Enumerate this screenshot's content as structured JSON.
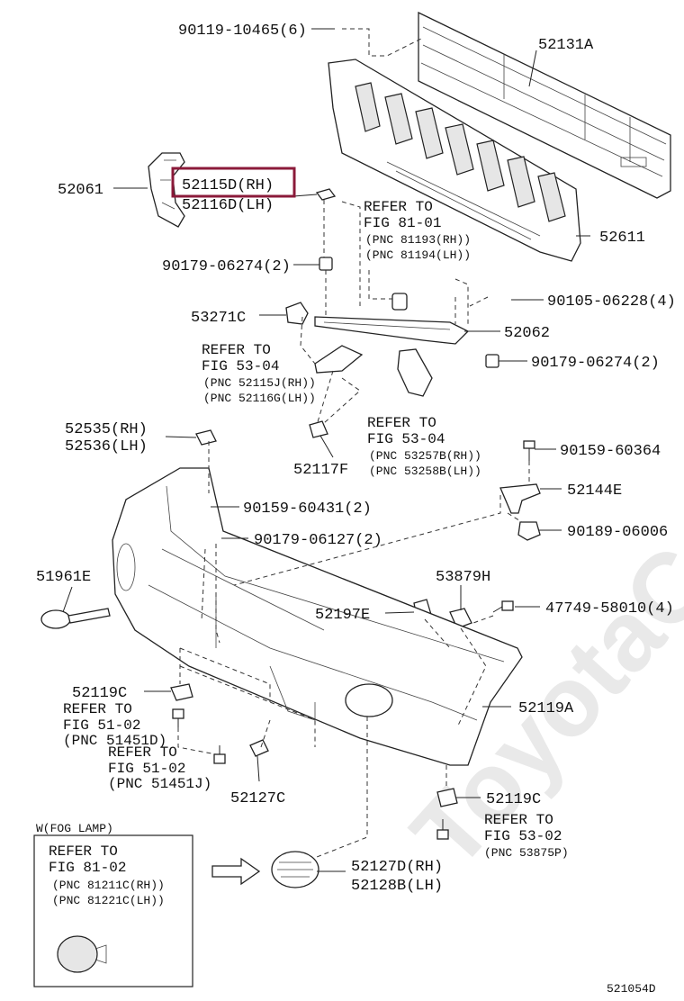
{
  "watermark": "ToyotaCarMine.NL",
  "illustration_id": "521054D",
  "highlight_color": "#8b1a3a",
  "labels": {
    "p90119": "90119-10465(6)",
    "p52131a": "52131A",
    "p52061": "52061",
    "p52115d": "52115D(RH)",
    "p52116d": "52116D(LH)",
    "p52611": "52611",
    "p90179_06274_a": "90179-06274(2)",
    "p90105": "90105-06228(4)",
    "p53271c": "53271C",
    "p52062": "52062",
    "p90179_06274_b": "90179-06274(2)",
    "p52535": "52535(RH)",
    "p52536": "52536(LH)",
    "p52117f": "52117F",
    "p90159_60364": "90159-60364",
    "p52144e": "52144E",
    "p90159_60431": "90159-60431(2)",
    "p90189": "90189-06006",
    "p90179_06127": "90179-06127(2)",
    "p51961e": "51961E",
    "p53879h": "53879H",
    "p47749": "47749-58010(4)",
    "p52197e": "52197E",
    "p52119c_a": "52119C",
    "p52119a": "52119A",
    "p52127c": "52127C",
    "p52119c_b": "52119C",
    "p52127d": "52127D(RH)",
    "p52128b": "52128B(LH)"
  },
  "refs": {
    "r1": {
      "line1": "REFER TO",
      "line2": "FIG 81-01",
      "line3": "(PNC 81193(RH))",
      "line4": "(PNC 81194(LH))"
    },
    "r2": {
      "line1": "REFER TO",
      "line2": "FIG 53-04",
      "line3": "(PNC 52115J(RH))",
      "line4": "(PNC 52116G(LH))"
    },
    "r3": {
      "line1": "REFER TO",
      "line2": "FIG 53-04",
      "line3": "(PNC 53257B(RH))",
      "line4": "(PNC 53258B(LH))"
    },
    "r4": {
      "line1": "REFER TO",
      "line2": "FIG 51-02",
      "line3": "(PNC 51451D)"
    },
    "r5": {
      "line1": "REFER TO",
      "line2": "FIG 51-02",
      "line3": "(PNC 51451J)"
    },
    "r6": {
      "line1": "REFER TO",
      "line2": "FIG 53-02",
      "line3": "(PNC 53875P)"
    }
  },
  "inset": {
    "title": "W(FOG LAMP)",
    "line1": "REFER TO",
    "line2": "FIG 81-02",
    "line3": "(PNC 81211C(RH))",
    "line4": "(PNC 81221C(LH))"
  }
}
